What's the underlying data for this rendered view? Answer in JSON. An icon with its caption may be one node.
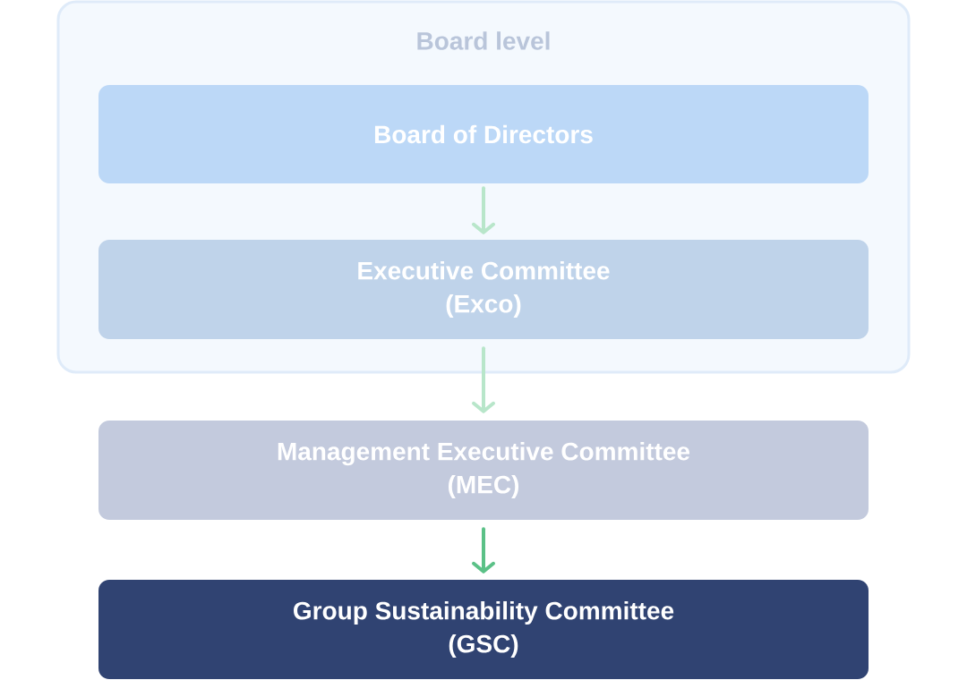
{
  "diagram": {
    "nodes": [
      {
        "text": [
          "Board level"
        ]
      },
      {
        "text": [
          "Board of Directors"
        ],
        "in": 0
      },
      {
        "text": [
          "Executive Committee (Exco)"
        ],
        "in": 0
      },
      {
        "text": [
          "Management Executive Committee (MEC)"
        ]
      },
      {
        "text": [
          "Group Sustainability Committee (GSC)"
        ]
      }
    ],
    "edges": [
      {
        "from": 1,
        "to": 2,
        "arrow": "to"
      },
      {
        "from": 2,
        "to": 3,
        "arrow": "to"
      },
      {
        "from": 3,
        "to": 4,
        "arrow": "to",
        "color": "#5bc187"
      }
    ]
  }
}
